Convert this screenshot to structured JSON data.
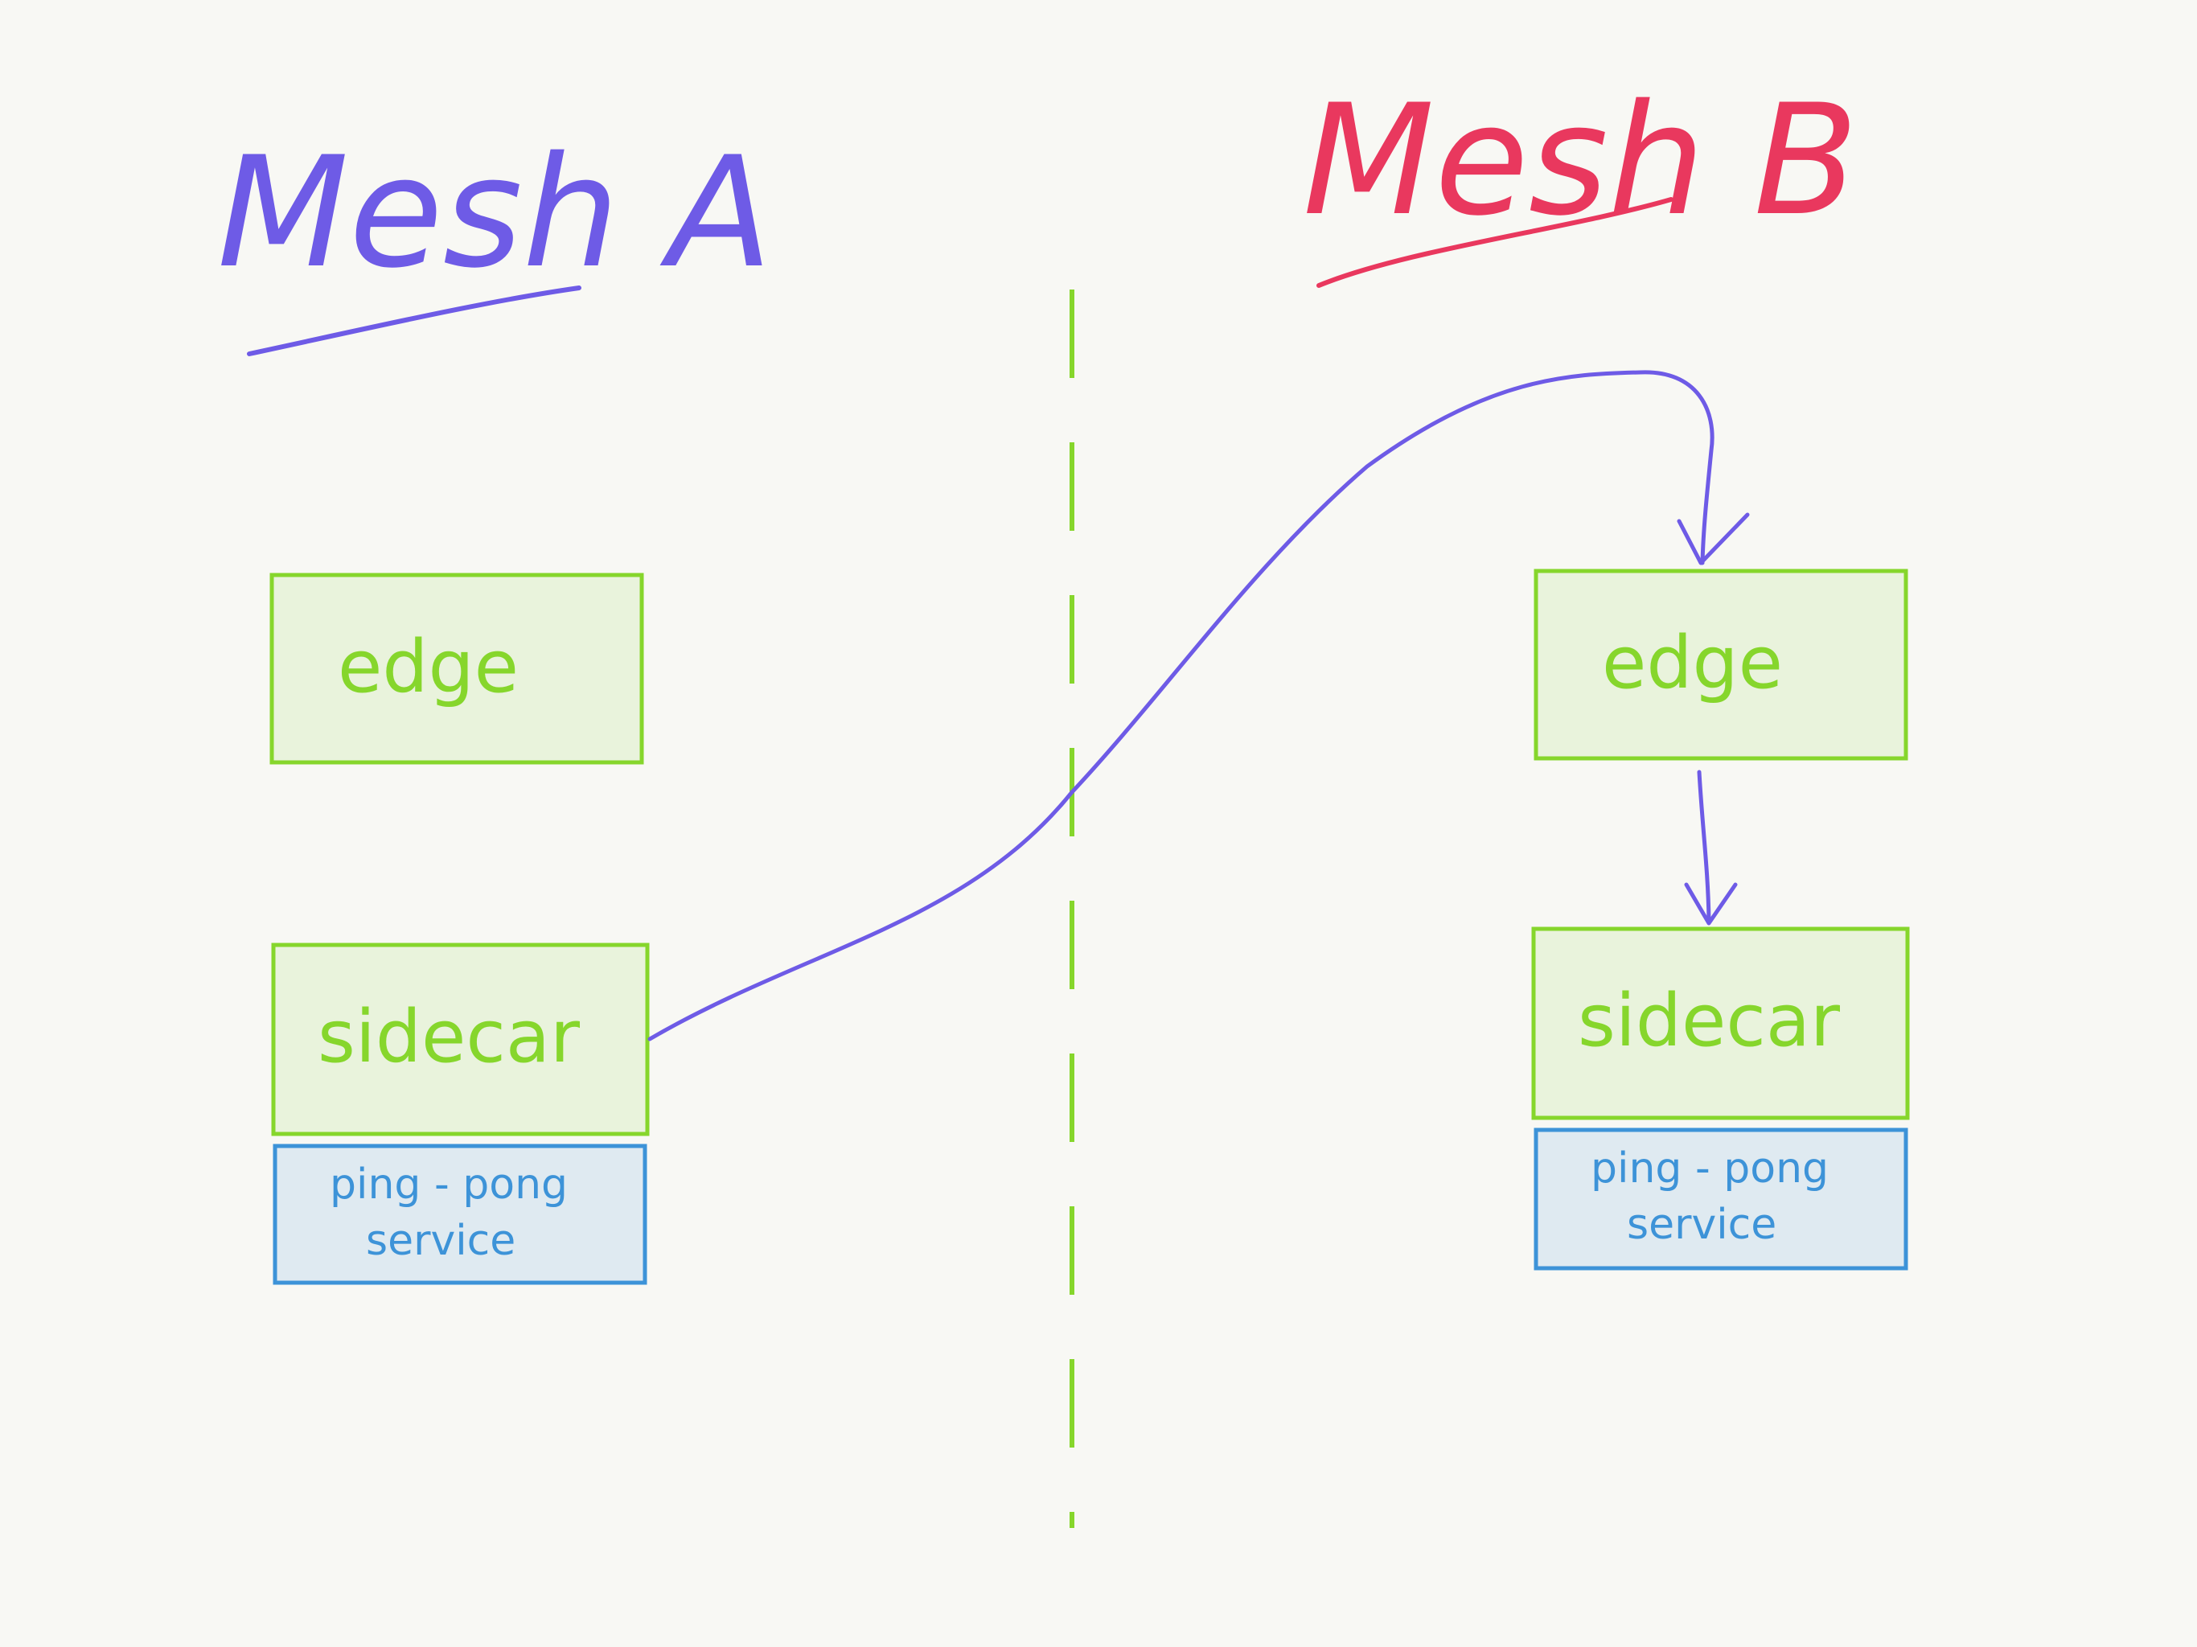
{
  "colors": {
    "background": "#f8f8f4",
    "mesh_a": "#6e5be6",
    "mesh_b": "#e9385e",
    "proxy_stroke": "#86d62c",
    "proxy_fill": "#e9f3dc",
    "proxy_text": "#86d62c",
    "service_stroke": "#3d93d8",
    "service_fill": "#dfeaf1",
    "service_text": "#3d93d8",
    "arrow": "#6e5be6",
    "divider": "#86d62c"
  },
  "mesh_a": {
    "title": "Mesh A",
    "edge_label": "edge",
    "sidecar_label": "sidecar",
    "service_line1": "ping - pong",
    "service_line2": "service"
  },
  "mesh_b": {
    "title": "Mesh B",
    "edge_label": "edge",
    "sidecar_label": "sidecar",
    "service_line1": "ping - pong",
    "service_line2": "service"
  }
}
